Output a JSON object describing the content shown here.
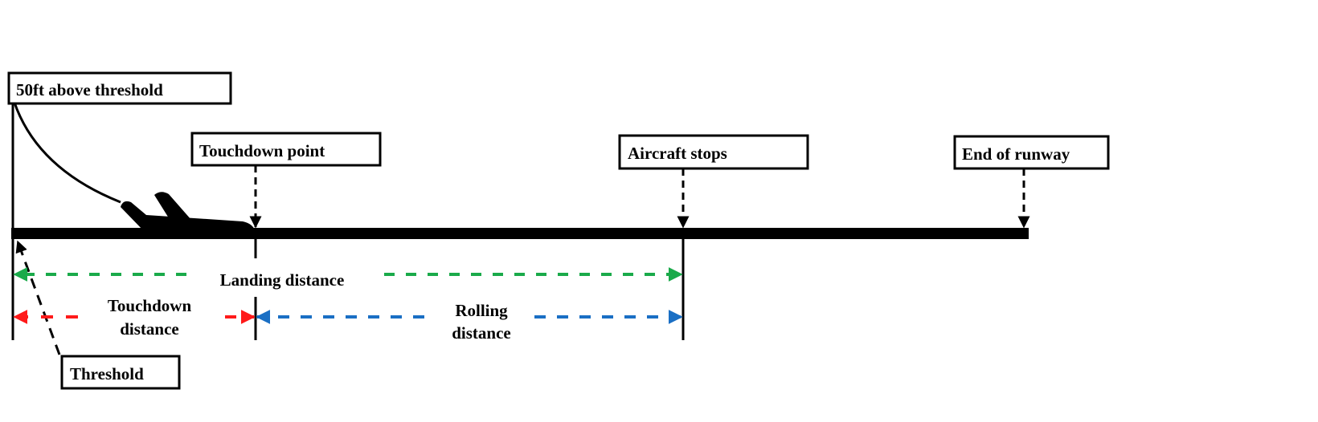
{
  "diagram": {
    "type": "landing-distance-schematic",
    "labels": {
      "fifty_ft": "50ft above threshold",
      "touchdown_point": "Touchdown point",
      "aircraft_stops": "Aircraft stops",
      "end_of_runway": "End of runway",
      "threshold": "Threshold",
      "landing_distance": "Landing distance",
      "touchdown_distance_line1": "Touchdown",
      "touchdown_distance_line2": "distance",
      "rolling_distance_line1": "Rolling",
      "rolling_distance_line2": "distance"
    },
    "colors": {
      "landing_distance": "#1aaa4a",
      "touchdown_distance": "#ff1a1a",
      "rolling_distance": "#1a6fc4",
      "runway": "#000000"
    }
  }
}
